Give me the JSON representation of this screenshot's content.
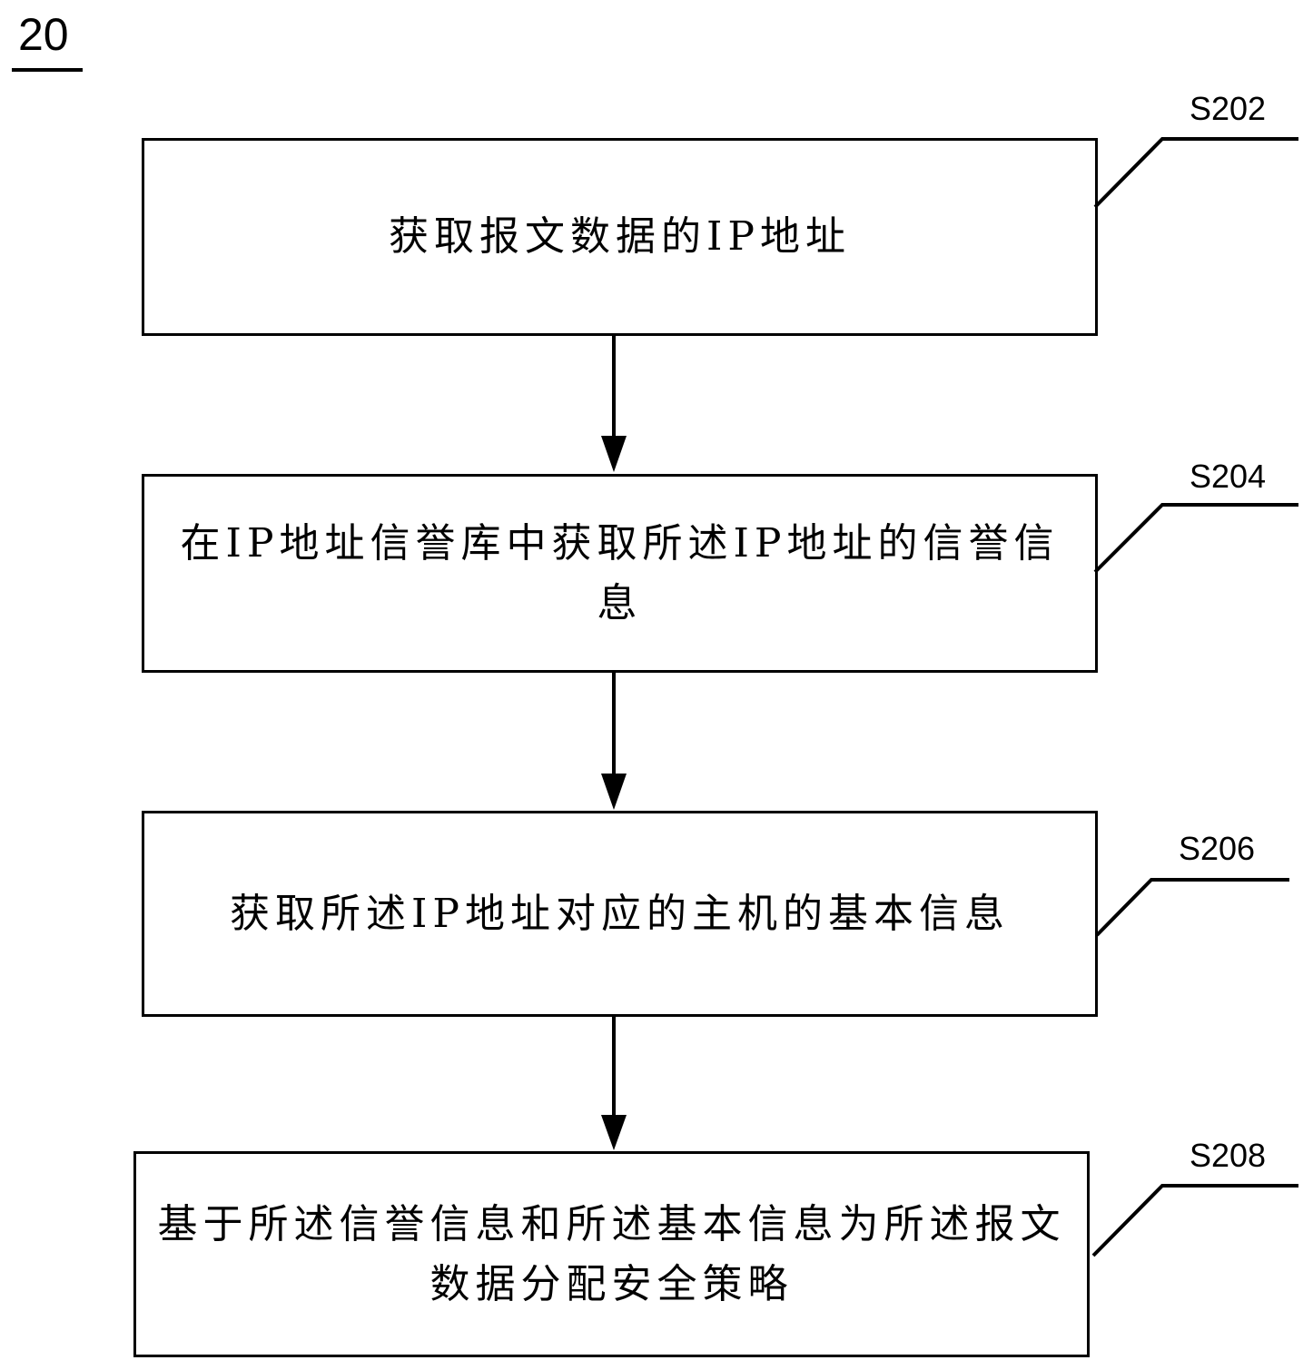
{
  "figure": {
    "number": "20"
  },
  "steps": [
    {
      "id": "S202",
      "text": "获取报文数据的IP地址"
    },
    {
      "id": "S204",
      "text": "在IP地址信誉库中获取所述IP地址的信誉信息"
    },
    {
      "id": "S206",
      "text": "获取所述IP地址对应的主机的基本信息"
    },
    {
      "id": "S208",
      "text": "基于所述信誉信息和所述基本信息为所述报文数据分配安全策略"
    }
  ],
  "flow": [
    {
      "from": "S202",
      "to": "S204"
    },
    {
      "from": "S204",
      "to": "S206"
    },
    {
      "from": "S206",
      "to": "S208"
    }
  ]
}
